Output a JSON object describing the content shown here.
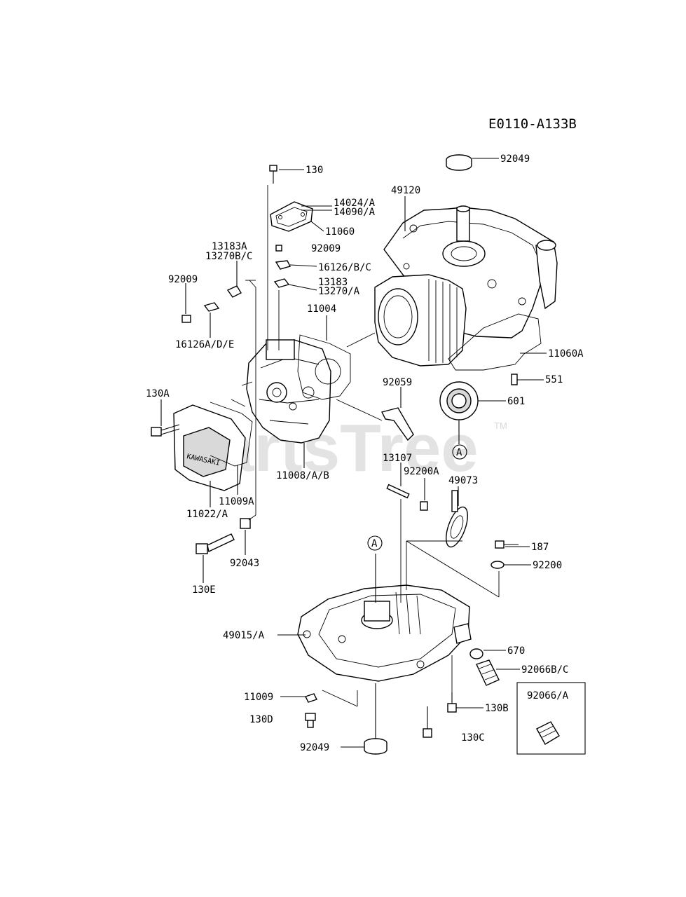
{
  "diagram_code": "E0110-A133B",
  "watermark": {
    "text": "PartsTree",
    "tm": "TM"
  },
  "cover_stamp": "KAWASAKI",
  "labels": {
    "p92049_top": "92049",
    "p49120": "49120",
    "p130": "130",
    "p14024": "14024/A",
    "p14090": "14090/A",
    "p11060": "11060",
    "p13183A": "13183A",
    "p13270BC": "13270B/C",
    "p92009_r": "92009",
    "p16126BC": "16126/B/C",
    "p13183": "13183",
    "p13270A": "13270/A",
    "p92009_l": "92009",
    "p11004": "11004",
    "p16126ADE": "16126A/D/E",
    "p11060A": "11060A",
    "p551": "551",
    "p92059": "92059",
    "p130A": "130A",
    "p601": "601",
    "ref_A1": "A",
    "p13107": "13107",
    "p11008": "11008/A/B",
    "p92200A": "92200A",
    "p49073": "49073",
    "p11009A": "11009A",
    "p11022": "11022/A",
    "p187": "187",
    "ref_A2": "A",
    "p92200": "92200",
    "p92043": "92043",
    "p130E": "130E",
    "p49015": "49015/A",
    "p670": "670",
    "p92066BC": "92066B/C",
    "p92066A": "92066/A",
    "p11009": "11009",
    "p130B": "130B",
    "p130D": "130D",
    "p130C": "130C",
    "p92049_bot": "92049"
  }
}
